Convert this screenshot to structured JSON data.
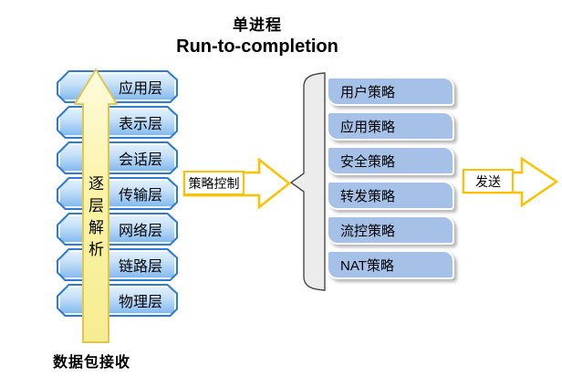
{
  "title": {
    "line1": "单进程",
    "line2": "Run-to-completion"
  },
  "osi_stack": {
    "layers": [
      {
        "label": "应用层"
      },
      {
        "label": "表示层"
      },
      {
        "label": "会话层"
      },
      {
        "label": "传输层"
      },
      {
        "label": "网络层"
      },
      {
        "label": "链路层"
      },
      {
        "label": "物理层"
      }
    ],
    "up_arrow_label": "逐层解析",
    "bottom_label": "数据包接收"
  },
  "policy_flow": {
    "control_arrow_label": "策略控制",
    "policies": [
      {
        "label": "用户策略"
      },
      {
        "label": "应用策略"
      },
      {
        "label": "安全策略"
      },
      {
        "label": "转发策略"
      },
      {
        "label": "流控策略"
      },
      {
        "label": "NAT策略"
      }
    ],
    "send_arrow_label": "发送"
  },
  "icons": {
    "up_arrow": "thick-up-arrow",
    "control_arrow": "thick-right-arrow",
    "send_arrow": "thick-right-arrow",
    "brace": "left-curly-brace"
  },
  "colors": {
    "layer_border_blue": "#2f7bd0",
    "layer_fill_top": "#e3f2fd",
    "layer_fill_bottom": "#7db4ec",
    "policy_fill": "#a6c1e8",
    "arrow_outline_yellow": "#ffc000",
    "up_arrow_fill": "#fbf3a6",
    "up_arrow_border": "#dfc64f",
    "brace_fill": "#ececec",
    "text": "#000000"
  }
}
